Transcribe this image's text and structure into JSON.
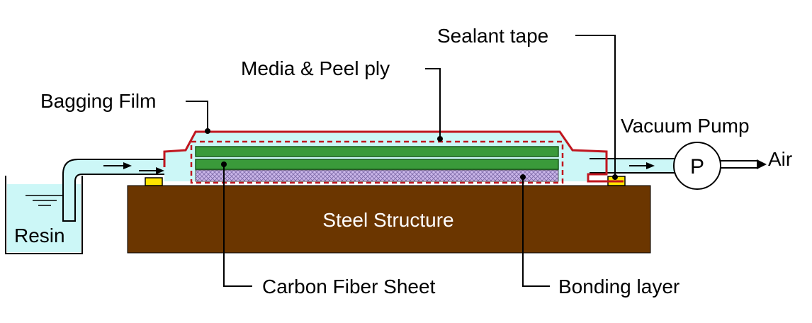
{
  "labels": {
    "sealant_tape": "Sealant tape",
    "media_peel_ply": "Media & Peel ply",
    "bagging_film": "Bagging Film",
    "vacuum_pump": "Vacuum Pump",
    "air": "Air",
    "pump_symbol": "P",
    "resin": "Resin",
    "steel_structure": "Steel Structure",
    "carbon_fiber_sheet": "Carbon Fiber Sheet",
    "bonding_layer": "Bonding layer"
  },
  "colors": {
    "steel": "#6b3600",
    "fluid": "#ccf7f7",
    "fiber": "#3a9a3a",
    "bagging_film": "#c0161f",
    "sealant": "#ffe400",
    "bonding_layer": "#c9b5e8"
  }
}
